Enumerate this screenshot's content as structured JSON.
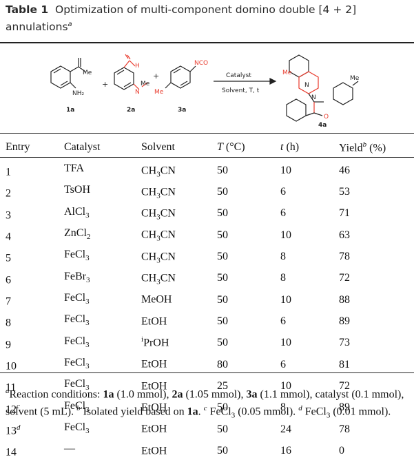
{
  "caption": {
    "label": "Table 1",
    "text": "Optimization of multi-component domino double [4 + 2] annulations",
    "note_mark": "a"
  },
  "scheme": {
    "compound_labels": [
      "1a",
      "2a",
      "3a",
      "4a"
    ],
    "substituents": {
      "me": "Me",
      "nh2": "NH₂",
      "h": "H",
      "n": "N",
      "nco": "NCO",
      "o": "O"
    },
    "plus": "+",
    "arrow_top": "Catalyst",
    "arrow_bottom": "Solvent, T, t"
  },
  "table": {
    "headers": {
      "entry": "Entry",
      "catalyst": "Catalyst",
      "solvent": "Solvent",
      "temp_sym": "T",
      "temp_unit": "(°C)",
      "time_sym": "t",
      "time_unit": "(h)",
      "yield": "Yield",
      "yield_mark": "b",
      "yield_unit": "(%)"
    },
    "rows": [
      {
        "entry": "1",
        "mark": "",
        "catalyst": "TFA",
        "cat_sub": "",
        "solvent": "CH",
        "sol_sub": "3",
        "sol_rest": "CN",
        "sol_pre": "",
        "temp": "50",
        "time": "10",
        "yield": "46"
      },
      {
        "entry": "2",
        "mark": "",
        "catalyst": "TsOH",
        "cat_sub": "",
        "solvent": "CH",
        "sol_sub": "3",
        "sol_rest": "CN",
        "sol_pre": "",
        "temp": "50",
        "time": "6",
        "yield": "53"
      },
      {
        "entry": "3",
        "mark": "",
        "catalyst": "AlCl",
        "cat_sub": "3",
        "solvent": "CH",
        "sol_sub": "3",
        "sol_rest": "CN",
        "sol_pre": "",
        "temp": "50",
        "time": "6",
        "yield": "71"
      },
      {
        "entry": "4",
        "mark": "",
        "catalyst": "ZnCl",
        "cat_sub": "2",
        "solvent": "CH",
        "sol_sub": "3",
        "sol_rest": "CN",
        "sol_pre": "",
        "temp": "50",
        "time": "10",
        "yield": "63"
      },
      {
        "entry": "5",
        "mark": "",
        "catalyst": "FeCl",
        "cat_sub": "3",
        "solvent": "CH",
        "sol_sub": "3",
        "sol_rest": "CN",
        "sol_pre": "",
        "temp": "50",
        "time": "8",
        "yield": "78"
      },
      {
        "entry": "6",
        "mark": "",
        "catalyst": "FeBr",
        "cat_sub": "3",
        "solvent": "CH",
        "sol_sub": "3",
        "sol_rest": "CN",
        "sol_pre": "",
        "temp": "50",
        "time": "8",
        "yield": "72"
      },
      {
        "entry": "7",
        "mark": "",
        "catalyst": "FeCl",
        "cat_sub": "3",
        "solvent": "MeOH",
        "sol_sub": "",
        "sol_rest": "",
        "sol_pre": "",
        "temp": "50",
        "time": "10",
        "yield": "88"
      },
      {
        "entry": "8",
        "mark": "",
        "catalyst": "FeCl",
        "cat_sub": "3",
        "solvent": "EtOH",
        "sol_sub": "",
        "sol_rest": "",
        "sol_pre": "",
        "temp": "50",
        "time": "6",
        "yield": "89"
      },
      {
        "entry": "9",
        "mark": "",
        "catalyst": "FeCl",
        "cat_sub": "3",
        "solvent": "PrOH",
        "sol_sub": "",
        "sol_rest": "",
        "sol_pre": "i",
        "temp": "50",
        "time": "10",
        "yield": "73"
      },
      {
        "entry": "10",
        "mark": "",
        "catalyst": "FeCl",
        "cat_sub": "3",
        "solvent": "EtOH",
        "sol_sub": "",
        "sol_rest": "",
        "sol_pre": "",
        "temp": "80",
        "time": "6",
        "yield": "81"
      },
      {
        "entry": "11",
        "mark": "",
        "catalyst": "FeCl",
        "cat_sub": "3",
        "solvent": "EtOH",
        "sol_sub": "",
        "sol_rest": "",
        "sol_pre": "",
        "temp": "25",
        "time": "10",
        "yield": "72"
      },
      {
        "entry": "12",
        "mark": "c",
        "catalyst": "FeCl",
        "cat_sub": "3",
        "solvent": "EtOH",
        "sol_sub": "",
        "sol_rest": "",
        "sol_pre": "",
        "temp": "50",
        "time": "8",
        "yield": "89"
      },
      {
        "entry": "13",
        "mark": "d",
        "catalyst": "FeCl",
        "cat_sub": "3",
        "solvent": "EtOH",
        "sol_sub": "",
        "sol_rest": "",
        "sol_pre": "",
        "temp": "50",
        "time": "24",
        "yield": "78"
      },
      {
        "entry": "14",
        "mark": "",
        "catalyst": "—",
        "cat_sub": "",
        "solvent": "EtOH",
        "sol_sub": "",
        "sol_rest": "",
        "sol_pre": "",
        "temp": "50",
        "time": "16",
        "yield": "0"
      }
    ]
  },
  "footnotes": {
    "a_mark": "a",
    "a_text1": "Reaction conditions: ",
    "a_b1": "1a",
    "a_text2": " (1.0 mmol), ",
    "a_b2": "2a",
    "a_text3": " (1.05 mmol), ",
    "a_b3": "3a",
    "a_text4": " (1.1 mmol), catalyst (0.1 mmol), solvent (5 mL). ",
    "b_mark": "b",
    "b_text": " Isolated yield based on ",
    "b_bold": "1a",
    "b_end": ". ",
    "c_mark": "c",
    "c_text": " FeCl",
    "c_sub": "3",
    "c_end": " (0.05 mmol). ",
    "d_mark": "d",
    "d_text": " FeCl",
    "d_sub": "3",
    "d_end": " (0.01 mmol)."
  },
  "colors": {
    "reagent_red": "#e8392b",
    "text": "#111111",
    "caption": "#2a2a2a"
  }
}
